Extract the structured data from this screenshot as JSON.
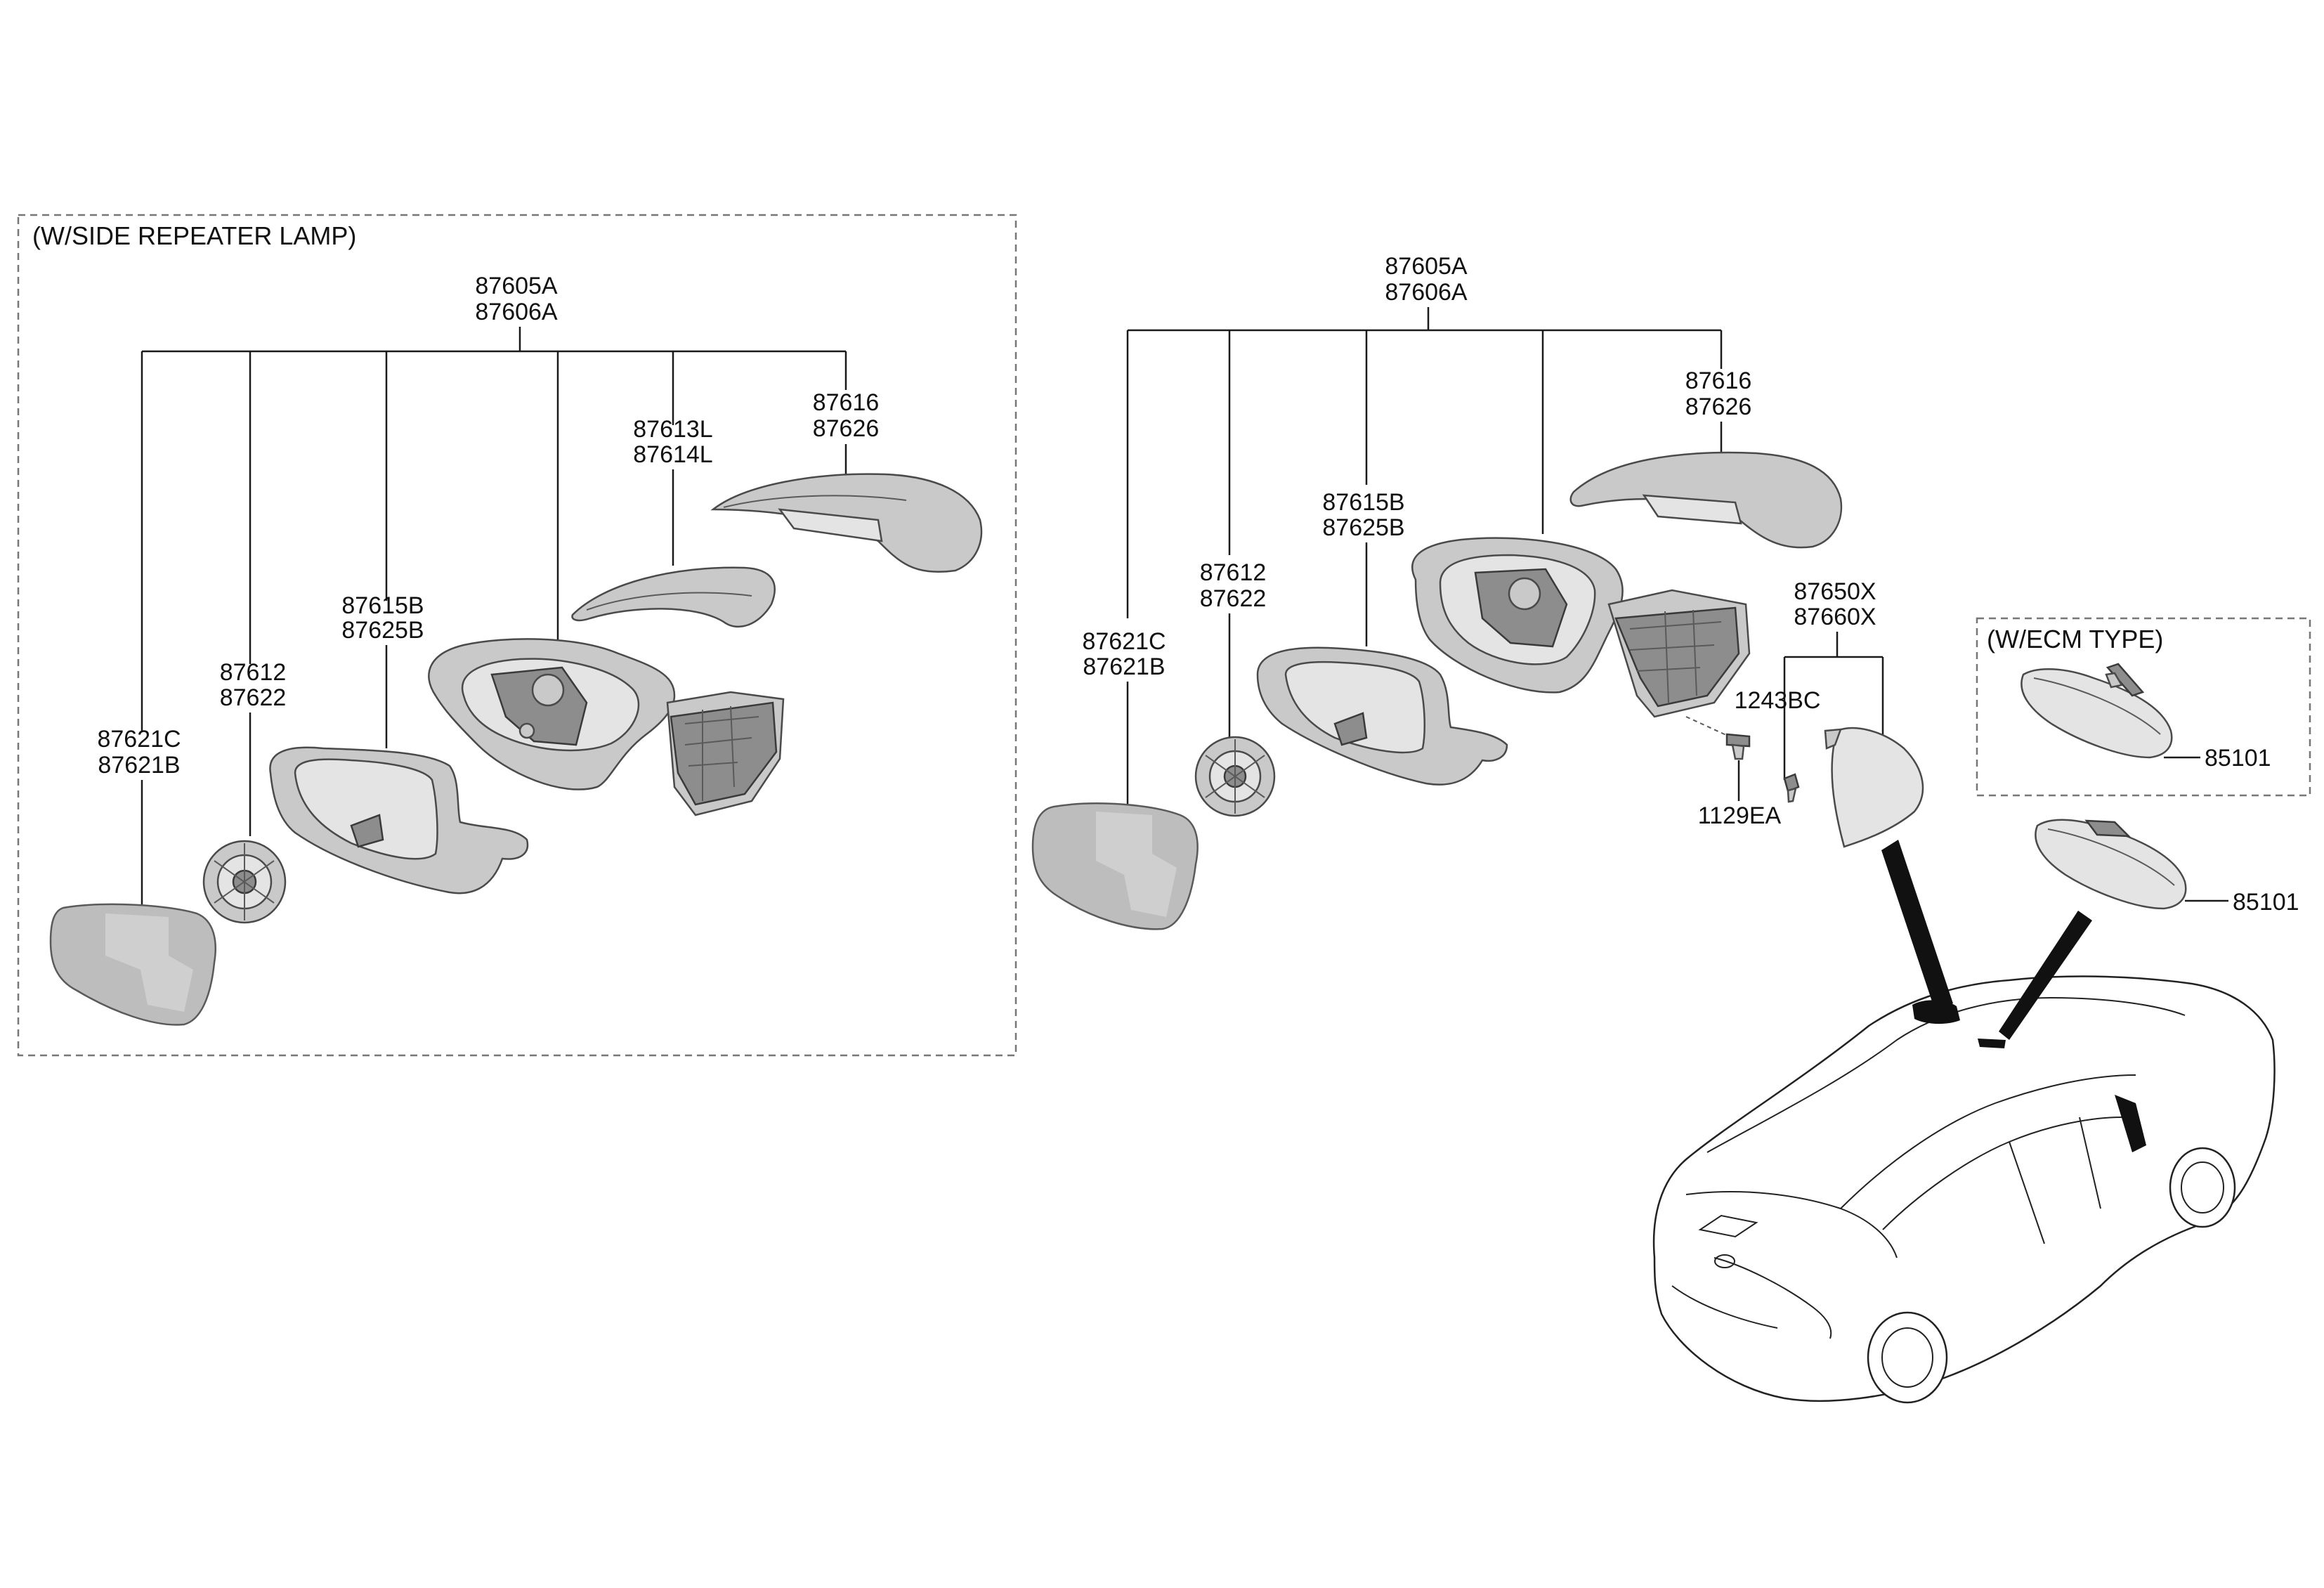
{
  "left_group": {
    "box_title": "(W/SIDE REPEATER LAMP)",
    "assembly": [
      "87605A",
      "87606A"
    ],
    "cover": [
      "87616",
      "87626"
    ],
    "repeater_lamp": [
      "87613L",
      "87614L"
    ],
    "housing": [
      "87615B",
      "87625B"
    ],
    "actuator": [
      "87612",
      "87622"
    ],
    "glass": [
      "87621C",
      "87621B"
    ]
  },
  "right_group": {
    "assembly": [
      "87605A",
      "87606A"
    ],
    "cover": [
      "87616",
      "87626"
    ],
    "housing": [
      "87615B",
      "87625B"
    ],
    "actuator": [
      "87612",
      "87622"
    ],
    "glass": [
      "87621C",
      "87621B"
    ],
    "inner_cover": [
      "87650X",
      "87660X"
    ],
    "bolt": "1243BC",
    "screw": "1129EA"
  },
  "inside_mirror": {
    "ecm_box_title": "(W/ECM TYPE)",
    "ecm_part": "85101",
    "standard_part": "85101"
  }
}
